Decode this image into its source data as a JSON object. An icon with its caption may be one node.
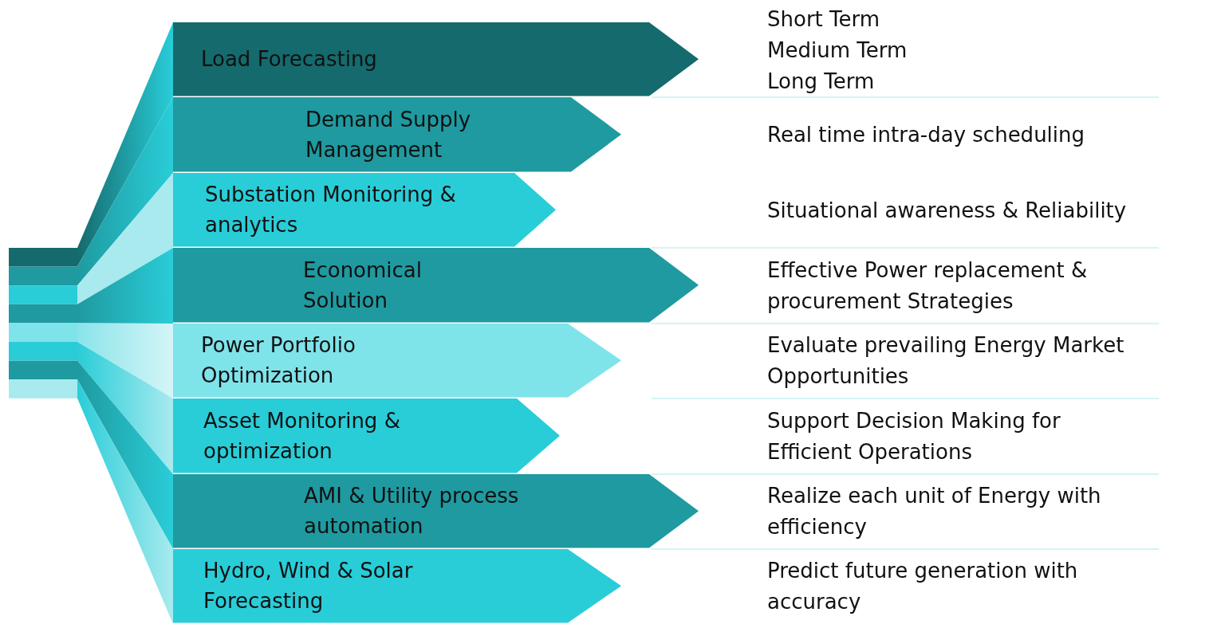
{
  "diagram": {
    "nodes": [
      {
        "text": [
          "Load Forecasting"
        ]
      },
      {
        "text": [
          "Demand Supply Management"
        ]
      },
      {
        "text": [
          "Substation Monitoring & analytics"
        ]
      },
      {
        "text": [
          "Economical Solution"
        ]
      },
      {
        "text": [
          "Power Portfolio Optimization"
        ]
      },
      {
        "text": [
          "Asset Monitoring & optimization"
        ]
      },
      {
        "text": [
          "AMI & Utility process automation"
        ]
      },
      {
        "text": [
          "Hydro, Wind & Solar Forecasting"
        ]
      }
    ],
    "edges": [],
    "labels": [
      "Short Term",
      "Medium Term",
      "Long Term",
      "Real time intra-day scheduling",
      "Situational awareness & Reliability",
      "Effective Power replacement & procurement Strategies",
      "Evaluate prevailing Energy Market Opportunities",
      "Support Decision Making for Efficient Operations",
      "Realize each unit of Energy with efficiency",
      "Predict future generation with accuracy"
    ]
  }
}
